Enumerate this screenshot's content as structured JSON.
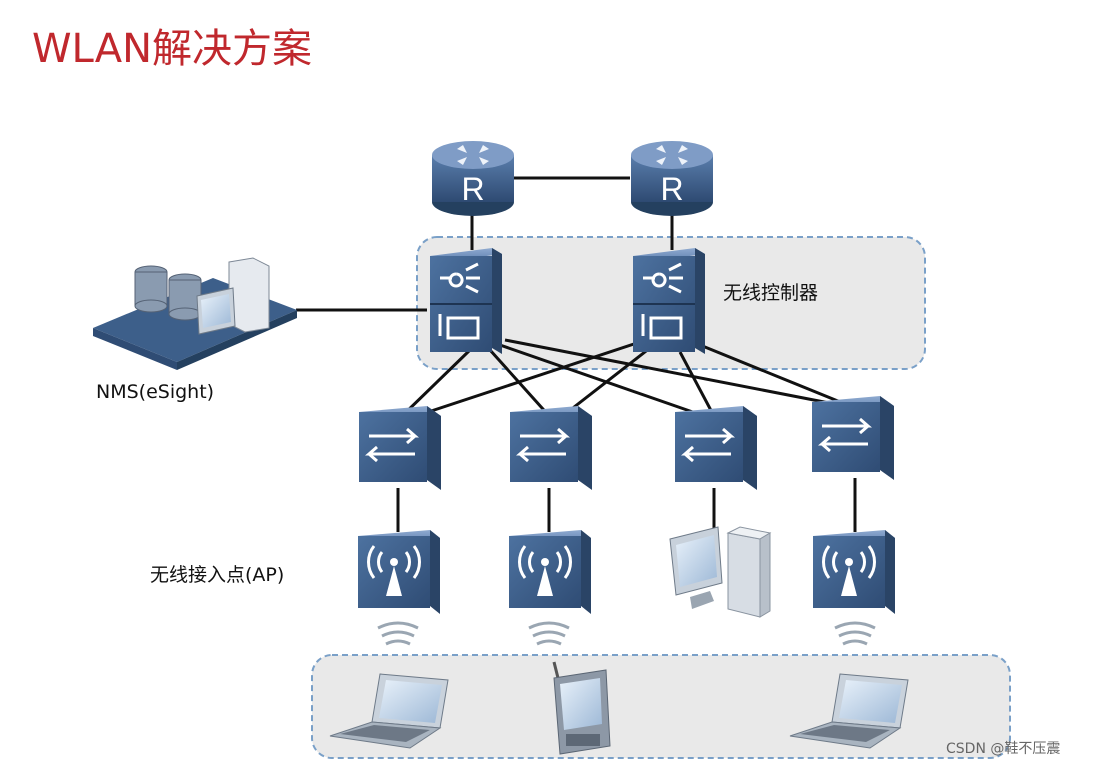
{
  "title": "WLAN解决方案",
  "labels": {
    "controller": "无线控制器",
    "nms": "NMS(eSight)",
    "ap": "无线接入点(AP)",
    "router_letter": "R"
  },
  "watermark": "CSDN @鞋不压震",
  "icons": [
    "router-icon",
    "wireless-controller-icon",
    "switch-icon",
    "access-point-icon",
    "desktop-pc-icon",
    "laptop-icon",
    "pda-icon",
    "nms-server-icon",
    "wifi-signal-icon"
  ],
  "colors": {
    "title": "#c0282d",
    "device_face": "#3d5f8a",
    "device_top": "#6f8fb8",
    "device_side": "#2b4668",
    "zone_fill": "#eaeaea",
    "zone_border": "#7aa0c8"
  }
}
